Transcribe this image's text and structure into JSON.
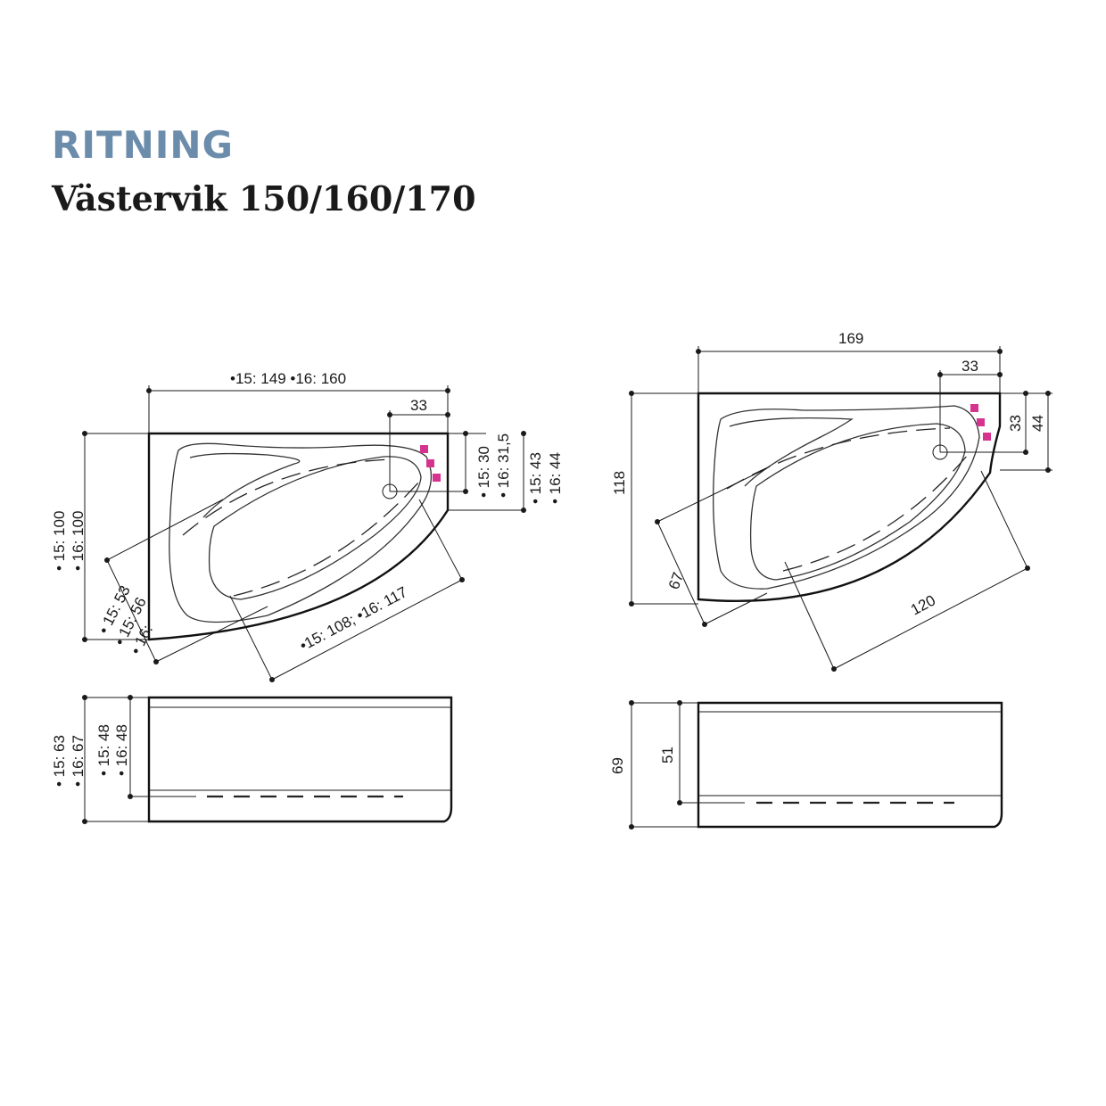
{
  "header": {
    "title": "RITNING",
    "subtitle": "Västervik 150/160/170"
  },
  "left_drawing": {
    "top_width": "•15: 149  •16: 160",
    "drain_offset": "33",
    "drain_depth_a": "• 15: 30",
    "drain_depth_b": "• 16: 31,5",
    "side_a": "• 15: 43",
    "side_b": "• 16: 44",
    "height_a": "• 15: 100",
    "height_b": "• 16: 100",
    "diag_short_a": "• 15: 53",
    "diag_short_b": "• 15: 56",
    "diag_short_c": "• 16:",
    "diag_long": "•15: 108; •16: 117",
    "front_total_a": "• 15: 63",
    "front_total_b": "• 16: 67",
    "front_inner_a": "• 15: 48",
    "front_inner_b": "• 16: 48"
  },
  "right_drawing": {
    "top_width": "169",
    "drain_offset": "33",
    "side_a": "33",
    "side_b": "44",
    "height": "118",
    "diag_short": "67",
    "diag_long": "120",
    "front_total": "69",
    "front_inner": "51"
  },
  "colors": {
    "title": "#6b8cab",
    "control_buttons": "#d6338e"
  }
}
